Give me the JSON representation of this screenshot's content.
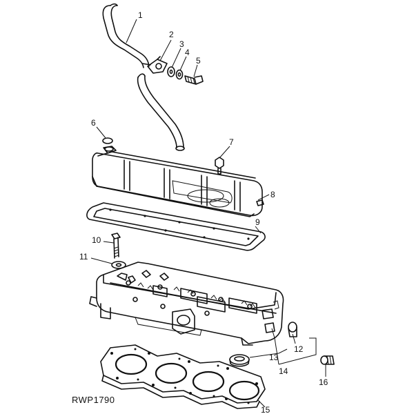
{
  "figure": {
    "reference": "RWP1790"
  },
  "callouts": [
    {
      "id": "1",
      "label": "1"
    },
    {
      "id": "2",
      "label": "2"
    },
    {
      "id": "3",
      "label": "3"
    },
    {
      "id": "4",
      "label": "4"
    },
    {
      "id": "5",
      "label": "5"
    },
    {
      "id": "6",
      "label": "6"
    },
    {
      "id": "7",
      "label": "7"
    },
    {
      "id": "8",
      "label": "8"
    },
    {
      "id": "9",
      "label": "9"
    },
    {
      "id": "10",
      "label": "10"
    },
    {
      "id": "11",
      "label": "11"
    },
    {
      "id": "12",
      "label": "12"
    },
    {
      "id": "13",
      "label": "13"
    },
    {
      "id": "14",
      "label": "14"
    },
    {
      "id": "15",
      "label": "15"
    },
    {
      "id": "16",
      "label": "16"
    }
  ],
  "colors": {
    "ink": "#111111",
    "paper": "#ffffff"
  }
}
